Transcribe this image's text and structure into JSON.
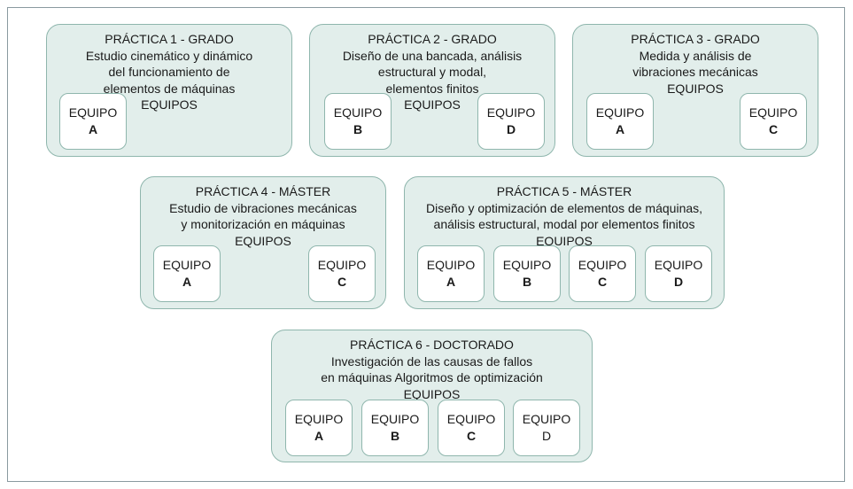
{
  "equipo_label": "EQUIPO",
  "practicas": [
    {
      "title": "PRÁCTICA 1 - GRADO",
      "lines": [
        "Estudio cinemático y dinámico",
        "del funcionamiento de",
        "elementos de máquinas"
      ],
      "equipos_label": "EQUIPOS",
      "equipos": [
        "A"
      ]
    },
    {
      "title": "PRÁCTICA 2 - GRADO",
      "lines": [
        "Diseño de una bancada, análisis",
        "estructural y modal,",
        "elementos finitos"
      ],
      "equipos_label": "EQUIPOS",
      "equipos": [
        "B",
        "D"
      ]
    },
    {
      "title": "PRÁCTICA 3 - GRADO",
      "lines": [
        "Medida y análisis de",
        "vibraciones mecánicas"
      ],
      "equipos_label": "EQUIPOS",
      "equipos": [
        "A",
        "C"
      ]
    },
    {
      "title": "PRÁCTICA 4 - MÁSTER",
      "lines": [
        "Estudio de vibraciones mecánicas",
        "y monitorización en máquinas"
      ],
      "equipos_label": "EQUIPOS",
      "equipos": [
        "A",
        "C"
      ]
    },
    {
      "title": "PRÁCTICA 5 - MÁSTER",
      "lines": [
        "Diseño y optimización de elementos de máquinas,",
        "análisis estructural, modal por elementos finitos"
      ],
      "equipos_label": "EQUIPOS",
      "equipos": [
        "A",
        "B",
        "C",
        "D"
      ]
    },
    {
      "title": "PRÁCTICA 6 - DOCTORADO",
      "lines": [
        "Investigación de las causas de fallos",
        "en máquinas Algoritmos de optimización"
      ],
      "equipos_label": "EQUIPOS",
      "equipos": [
        "A",
        "B",
        "C",
        "D"
      ]
    }
  ]
}
